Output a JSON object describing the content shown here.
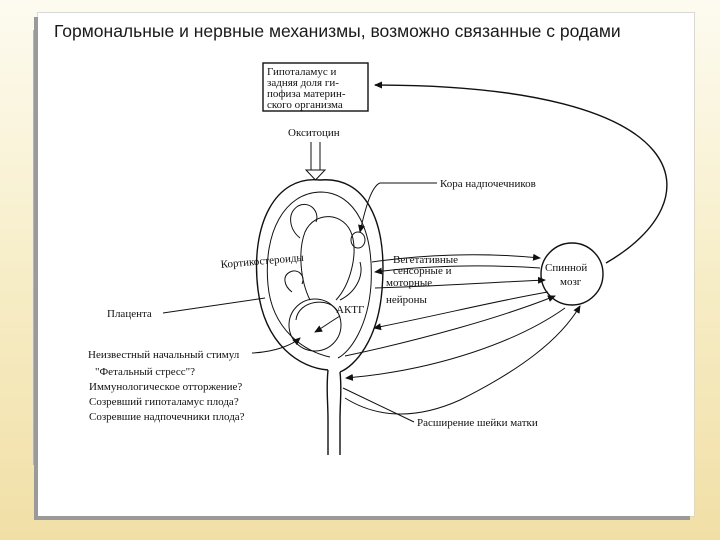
{
  "title": "Гормональные и нервные механизмы, возможно связанные с родами",
  "diagram": {
    "hypothalamus_box": [
      "Гипоталамус и",
      "задняя доля ги-",
      "пофиза материн-",
      "ского организма"
    ],
    "oxytocin": "Окситоцин",
    "adrenal_cortex": "Кора надпочечников",
    "corticosteroids": "Кортикостероиды",
    "autonomic_neurons": [
      "Вегетативные",
      "сенсорные и",
      "моторные",
      "нейроны"
    ],
    "spinal_cord": [
      "Спинной",
      "мозг"
    ],
    "placenta": "Плацента",
    "acth": "АКТГ",
    "unknown_stimulus": "Неизвестный начальный стимул",
    "hypotheses": [
      "\"Фетальный стресс\"?",
      "Иммунологическое отторжение?",
      "Созревший гипоталамус плода?",
      "Созревшие надпочечники плода?"
    ],
    "cervix_dilation": "Расширение шейки матки"
  }
}
